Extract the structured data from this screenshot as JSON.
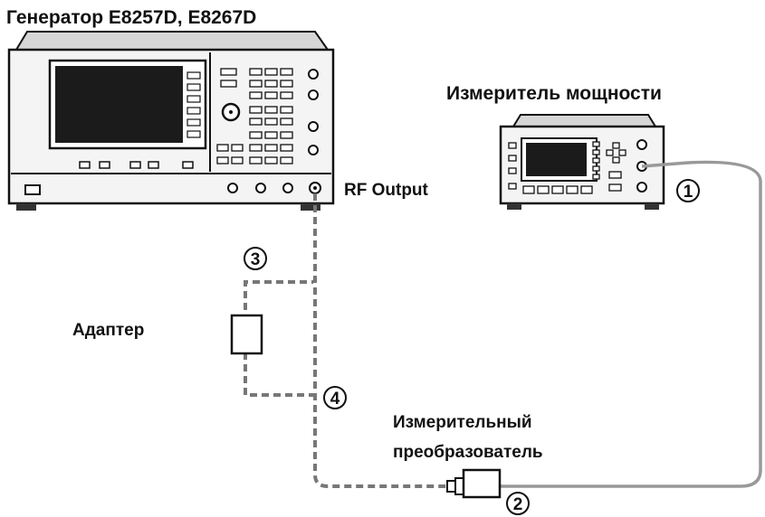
{
  "labels": {
    "generator_title": "Генератор E8257D, E8267D",
    "power_meter_title": "Измеритель мощности",
    "rf_output": "RF Output",
    "adapter": "Адаптер",
    "sensor_line1": "Измерительный",
    "sensor_line2": "преобразователь"
  },
  "markers": {
    "m1": "1",
    "m2": "2",
    "m3": "3",
    "m4": "4"
  },
  "colors": {
    "ink": "#111111",
    "device_body": "#f2f2f2",
    "device_top": "#cfcfcf",
    "screen": "#1a1a1a",
    "dashed_cable": "#777777",
    "solid_cable": "#999999"
  }
}
